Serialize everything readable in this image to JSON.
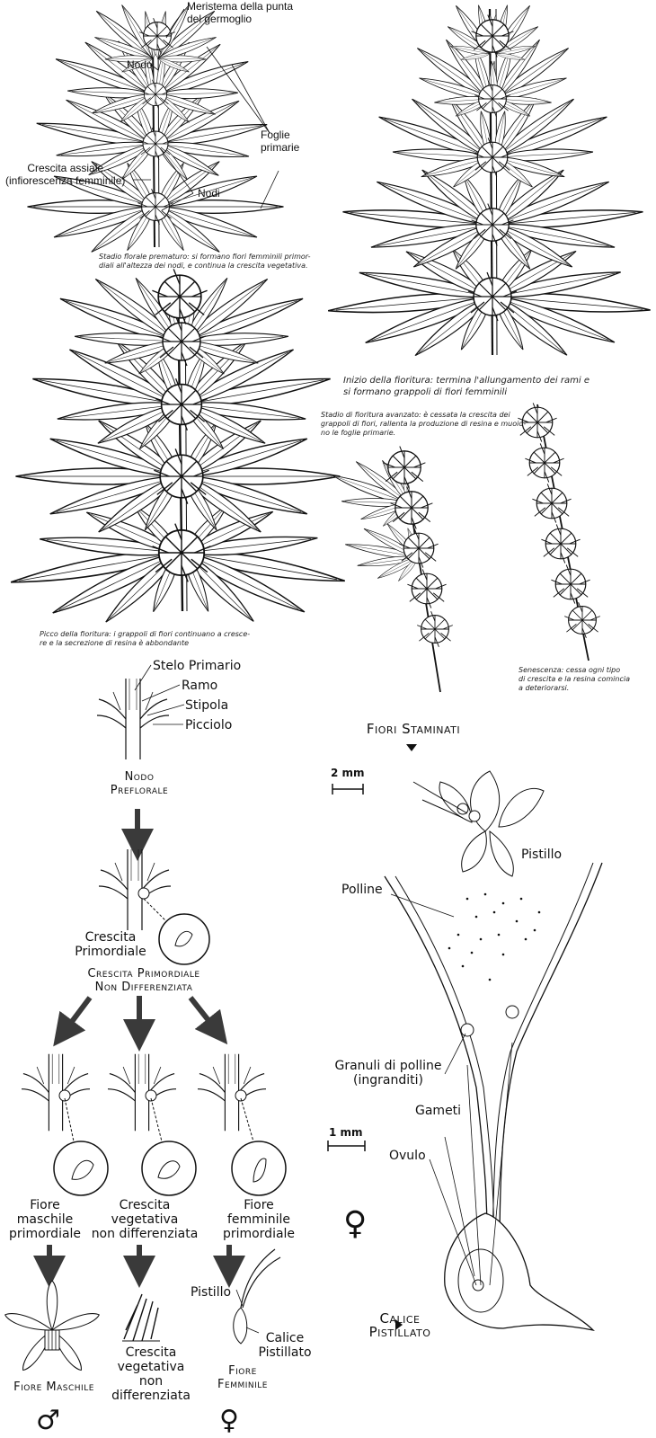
{
  "top_labels": {
    "meristem": "Meristema della punta\ndel germoglio",
    "node": "Nodo",
    "primary_leaves": "Foglie\nprimarie",
    "axial_growth": "Crescita assiale\n(infiorescenza femminile)",
    "nodes": "Nodi"
  },
  "captions": {
    "premature": "Stadio florale prematuro: si formano fiori femminili primor-\ndiali all'altezza dei nodi, e continua la crescita vegetativa.",
    "start": "Inizio della fioritura: termina l'allungamento dei rami e\nsi formano grappoli di fiori femminili",
    "advanced": "Stadio di fioritura avanzato: è cessata la crescita dei\ngrappoli di fiori, rallenta la produzione di resina e muoio-\nno le foglie primarie.",
    "peak": "Picco della fioritura: i grappoli di fiori continuano a cresce-\nre e la secrezione di resina è abbondante",
    "senescence": "Senescenza: cessa ogni tipo\ndi crescita e la resina comincia\na deteriorarsi."
  },
  "node_labels": {
    "stem": "Stelo Primario",
    "branch": "Ramo",
    "stipule": "Stipola",
    "petiole": "Picciolo",
    "preflorale": "Nodo\nPreflorale"
  },
  "diff": {
    "primordial": "Crescita\nPrimordiale",
    "undiff": "Crescita Primordiale\nNon Differenziata"
  },
  "branches": {
    "male_primordial": "Fiore\nmaschile\nprimordiale",
    "veg_undiff": "Crescita\nvegetativa\nnon differenziata",
    "female_primordial": "Fiore\nfemminile\nprimordiale"
  },
  "bottom": {
    "male_flower": "Fiore Maschile",
    "veg_final": "Crescita\nvegetativa\nnon\ndifferenziata",
    "pistil": "Pistillo",
    "calyx": "Calice\nPistillato",
    "female_flower": "Fiore\nFemminile",
    "male_symbol": "♂",
    "female_symbol": "♀"
  },
  "right": {
    "staminate": "Fiori Staminati",
    "scale2": "2 mm",
    "pistillo": "Pistillo",
    "polline": "Polline",
    "granules": "Granuli di polline\n(ingranditi)",
    "gameti": "Gameti",
    "scale1": "1 mm",
    "ovulo": "Ovulo",
    "female_symbol": "♀",
    "calice": "Calice\nPistillato"
  }
}
